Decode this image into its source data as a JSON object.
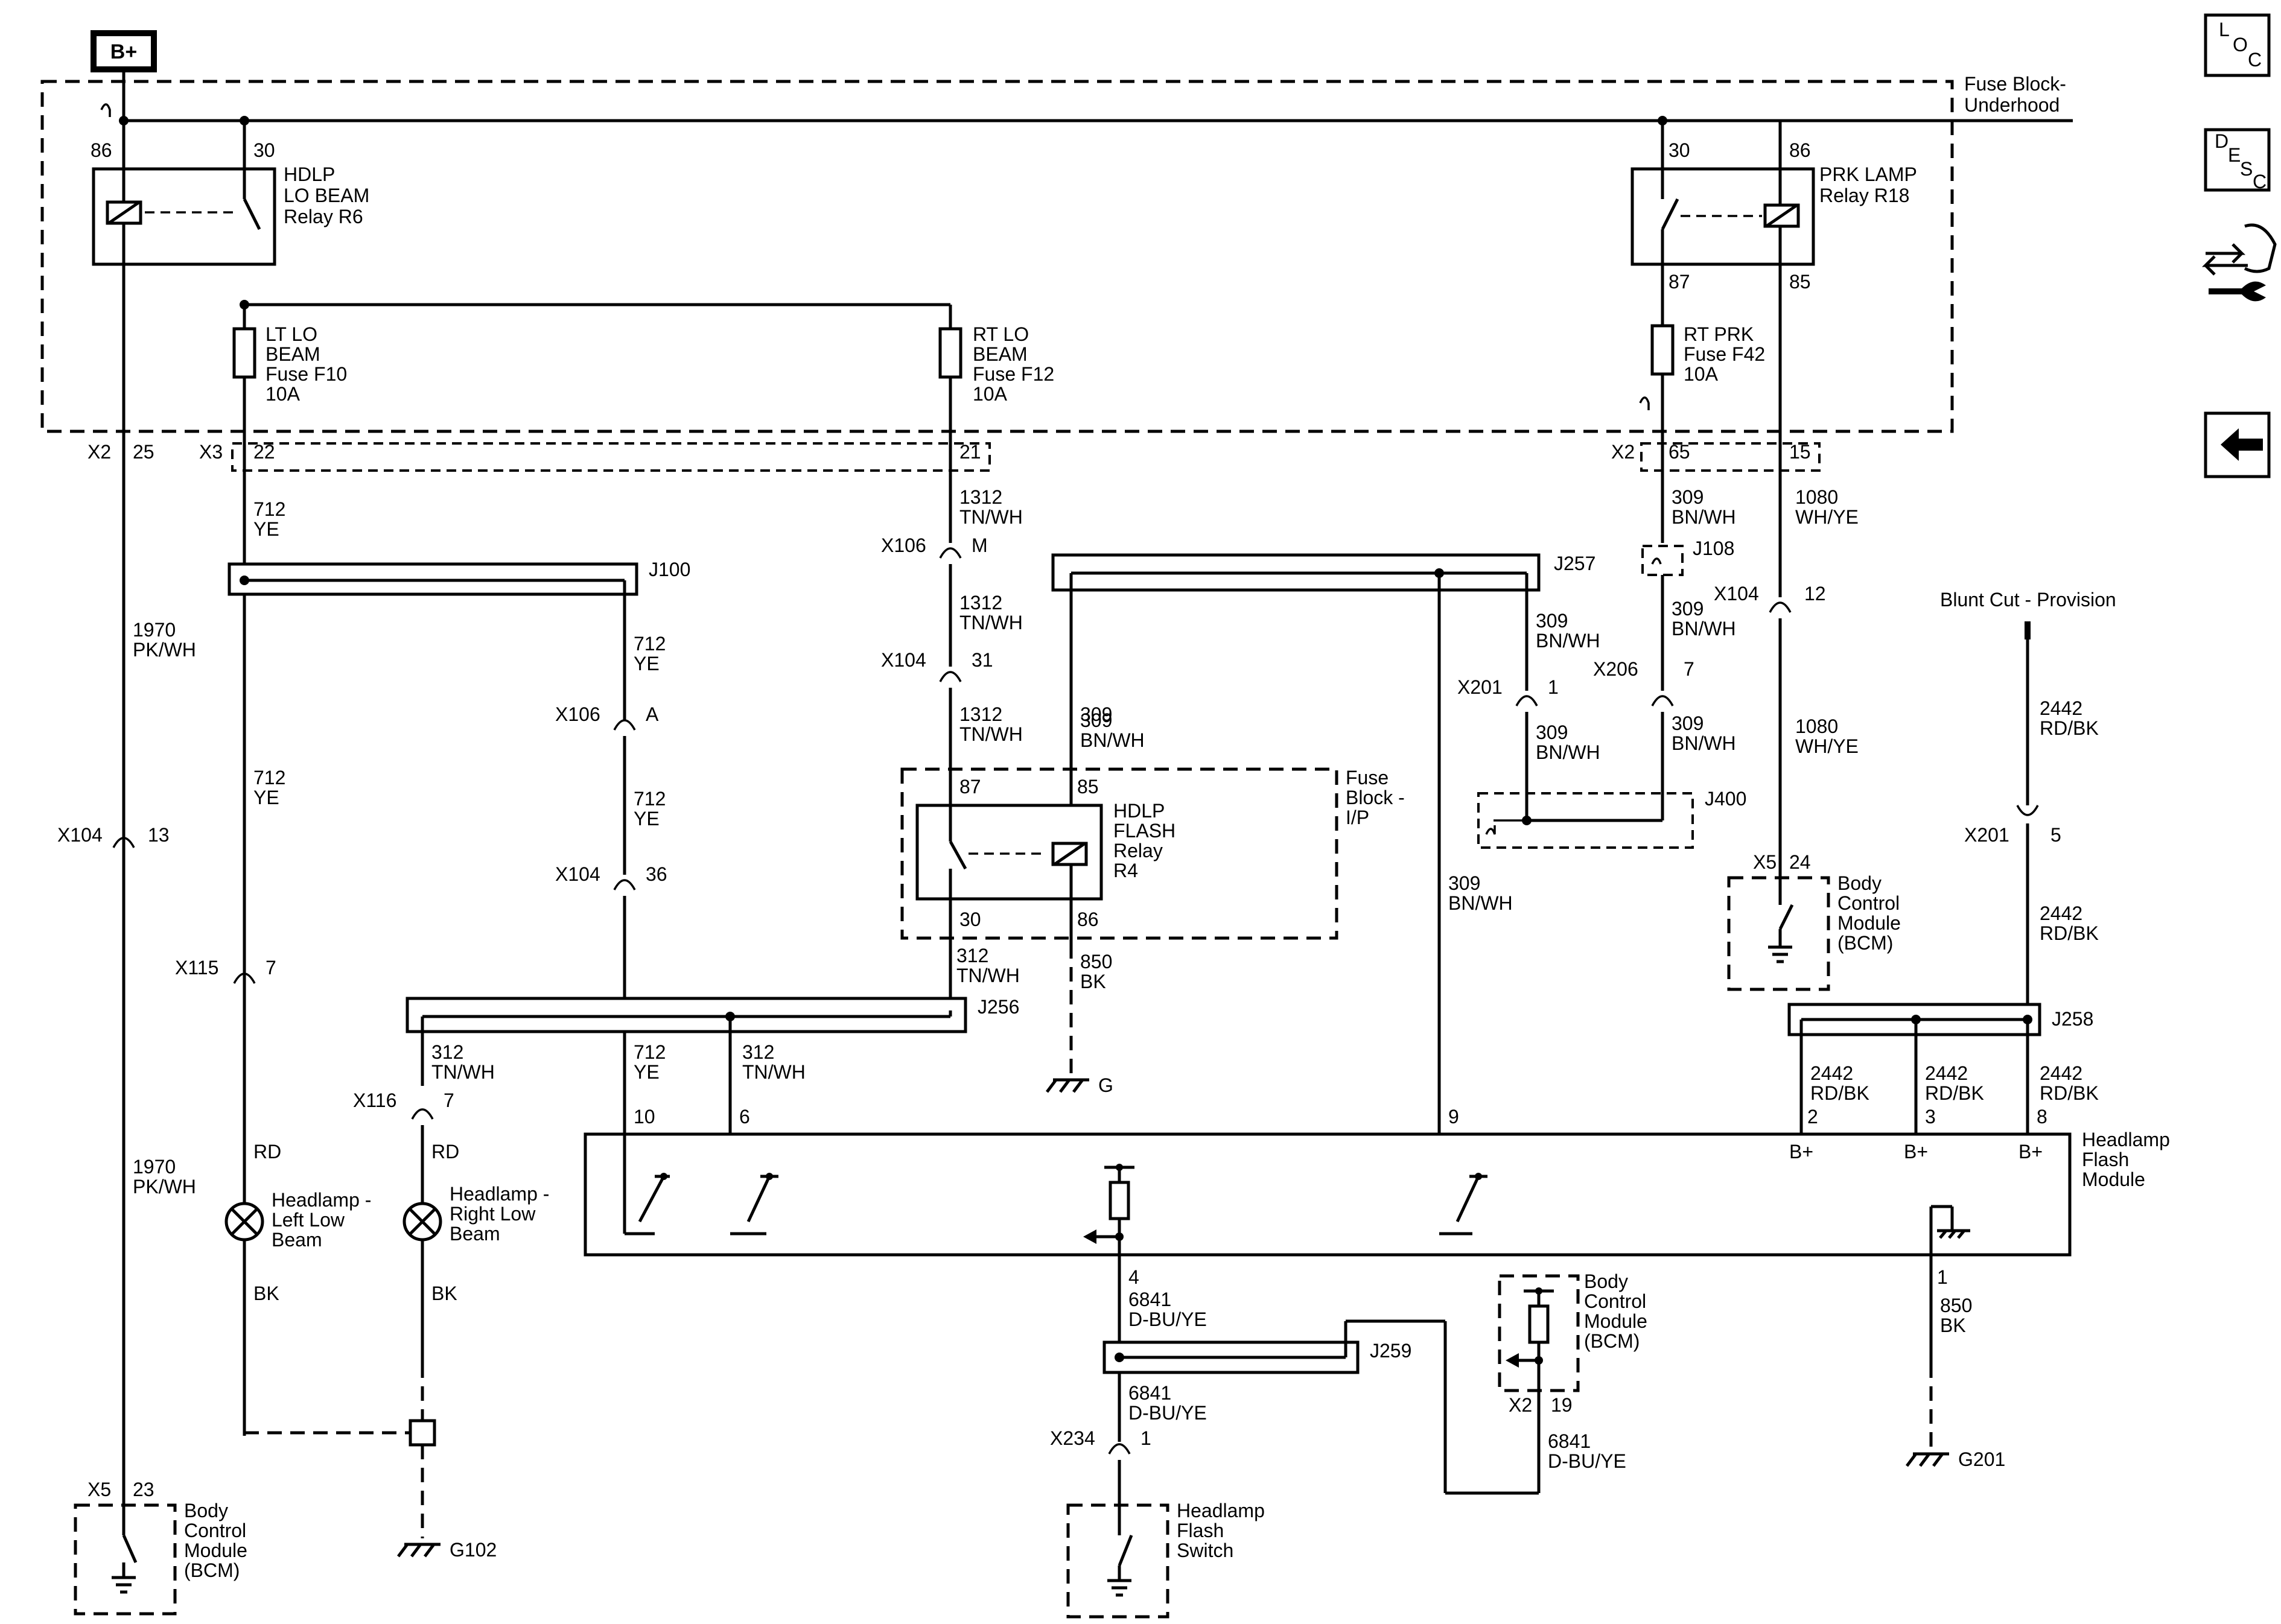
{
  "power": {
    "label": "B+"
  },
  "nav": {
    "loc": [
      "L",
      "O",
      "C"
    ],
    "desc": [
      "D",
      "E",
      "S",
      "C"
    ],
    "icons": [
      "connector-arrows-icon",
      "wrench-icon",
      "back-arrow-icon"
    ]
  },
  "fuse_block_underhood": {
    "line1": "Fuse Block-",
    "line2": "Underhood"
  },
  "fuse_block_ip": {
    "line1": "Fuse",
    "line2": "Block -",
    "line3": "I/P"
  },
  "relays": {
    "r6": {
      "pin_a": "86",
      "pin_b": "30",
      "l1": "HDLP",
      "l2": "LO BEAM",
      "l3": "Relay R6"
    },
    "r18": {
      "pin_a": "30",
      "pin_b": "86",
      "pin_c": "87",
      "pin_d": "85",
      "l1": "PRK LAMP",
      "l2": "Relay R18"
    },
    "r4": {
      "pin_a": "87",
      "pin_b": "85",
      "pin_c": "30",
      "pin_d": "86",
      "l1": "HDLP",
      "l2": "FLASH",
      "l3": "Relay",
      "l4": "R4"
    }
  },
  "fuses": {
    "f10": {
      "l1": "LT LO",
      "l2": "BEAM",
      "l3": "Fuse F10",
      "l4": "10A"
    },
    "f12": {
      "l1": "RT LO",
      "l2": "BEAM",
      "l3": "Fuse F12",
      "l4": "10A"
    },
    "f42": {
      "l1": "RT PRK",
      "l2": "Fuse F42",
      "l3": "10A"
    }
  },
  "connectors": {
    "x2_25": [
      "X2",
      "25"
    ],
    "x3_22": [
      "X3",
      "22"
    ],
    "x3_21": "21",
    "x2_65": [
      "X2",
      "65"
    ],
    "x2_15": "15",
    "x106_m": [
      "X106",
      "M"
    ],
    "x104_31": [
      "X104",
      "31"
    ],
    "x106_a": [
      "X106",
      "A"
    ],
    "x104_36": [
      "X104",
      "36"
    ],
    "x104_13": [
      "X104",
      "13"
    ],
    "x115_7": [
      "X115",
      "7"
    ],
    "x116_7": [
      "X116",
      "7"
    ],
    "x201_1": [
      "X201",
      "1"
    ],
    "x206_7": [
      "X206",
      "7"
    ],
    "x104_12": [
      "X104",
      "12"
    ],
    "x201_5": [
      "X201",
      "5"
    ],
    "x5_24": [
      "X5",
      "24"
    ],
    "x5_23": [
      "X5",
      "23"
    ],
    "x234_1": [
      "X234",
      "1"
    ],
    "x2_19": [
      "X2",
      "19"
    ]
  },
  "splices": {
    "j100": "J100",
    "j257": "J257",
    "j108": "J108",
    "j400": "J400",
    "j256": "J256",
    "j258": "J258",
    "j259": "J259"
  },
  "wires": {
    "w1970a": [
      "1970",
      "PK/WH"
    ],
    "w1970b": [
      "1970",
      "PK/WH"
    ],
    "w712a": [
      "712",
      "YE"
    ],
    "w712b": [
      "712",
      "YE"
    ],
    "w712c": [
      "712",
      "YE"
    ],
    "w712d": [
      "712",
      "YE"
    ],
    "w712e": [
      "712",
      "YE"
    ],
    "w1312a": [
      "1312",
      "TN/WH"
    ],
    "w1312b": [
      "1312",
      "TN/WH"
    ],
    "w1312c": [
      "1312",
      "TN/WH"
    ],
    "w309a": [
      "309",
      "BN/WH"
    ],
    "w309b": [
      "309",
      "BN/WH"
    ],
    "w309c": [
      "309",
      "BN/WH"
    ],
    "w309d": [
      "309",
      "BN/WH"
    ],
    "w309e": [
      "309",
      "BN/WH"
    ],
    "w309f": [
      "309",
      "BN/WH"
    ],
    "w309g": [
      "309",
      "BN/WH"
    ],
    "w1080a": [
      "1080",
      "WH/YE"
    ],
    "w1080b": [
      "1080",
      "WH/YE"
    ],
    "w2442a": [
      "2442",
      "RD/BK"
    ],
    "w2442b": [
      "2442",
      "RD/BK"
    ],
    "w2442c": [
      "2442",
      "RD/BK"
    ],
    "w2442d": [
      "2442",
      "RD/BK"
    ],
    "w2442e": [
      "2442",
      "RD/BK"
    ],
    "w312a": [
      "312",
      "TN/WH"
    ],
    "w312b": [
      "312",
      "TN/WH"
    ],
    "w312c": [
      "312",
      "TN/WH"
    ],
    "w850a": [
      "850",
      "BK"
    ],
    "w850b": [
      "850",
      "BK"
    ],
    "w6841a": [
      "6841",
      "D-BU/YE"
    ],
    "w6841b": [
      "6841",
      "D-BU/YE"
    ],
    "w6841c": [
      "6841",
      "D-BU/YE"
    ],
    "rd1": "RD",
    "rd2": "RD",
    "bk1": "BK",
    "bk2": "BK"
  },
  "blunt_cut": "Blunt Cut - Provision",
  "module": {
    "l1": "Headlamp",
    "l2": "Flash",
    "l3": "Module",
    "pins": {
      "p10": "10",
      "p6": "6",
      "p9": "9",
      "p2": "2",
      "p3": "3",
      "p8": "8",
      "p4": "4",
      "p1": "1"
    },
    "bplus": [
      "B+",
      "B+",
      "B+"
    ]
  },
  "bcm": {
    "l1": "Body",
    "l2": "Control",
    "l3": "Module",
    "l4": "(BCM)"
  },
  "lamps": {
    "left": {
      "l1": "Headlamp -",
      "l2": "Left Low",
      "l3": "Beam"
    },
    "right": {
      "l1": "Headlamp -",
      "l2": "Right Low",
      "l3": "Beam"
    }
  },
  "flash_switch": {
    "l1": "Headlamp",
    "l2": "Flash",
    "l3": "Switch"
  },
  "grounds": {
    "g": "G",
    "g102": "G102",
    "g201": "G201"
  }
}
